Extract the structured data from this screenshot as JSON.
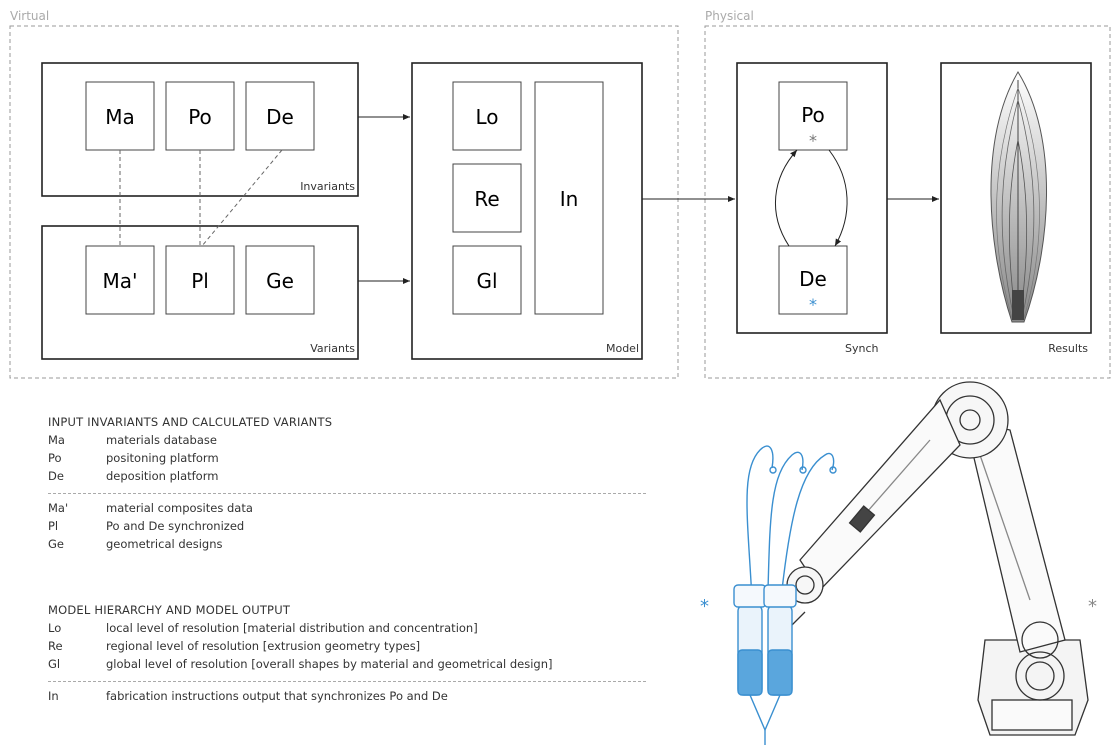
{
  "regions": {
    "virtual": "Virtual",
    "physical": "Physical"
  },
  "boxes": {
    "invariants": {
      "label": "Invariants",
      "cells": [
        "Ma",
        "Po",
        "De"
      ]
    },
    "variants": {
      "label": "Variants",
      "cells": [
        "Ma'",
        "Pl",
        "Ge"
      ]
    },
    "model": {
      "label": "Model",
      "cells": [
        "Lo",
        "Re",
        "Gl",
        "In"
      ]
    },
    "synch": {
      "label": "Synch",
      "cells": [
        "Po",
        "De"
      ],
      "star": "*"
    },
    "results": {
      "label": "Results"
    }
  },
  "legend": {
    "heading1": "INPUT INVARIANTS AND CALCULATED  VARIANTS",
    "group1": [
      {
        "code": "Ma",
        "desc": "materials database"
      },
      {
        "code": "Po",
        "desc": "positoning platform"
      },
      {
        "code": "De",
        "desc": "deposition platform"
      }
    ],
    "group2": [
      {
        "code": "Ma'",
        "desc": "material composites data"
      },
      {
        "code": "Pl",
        "desc": "Po and De synchronized"
      },
      {
        "code": "Ge",
        "desc": "geometrical designs"
      }
    ],
    "heading2": "MODEL HIERARCHY AND MODEL OUTPUT",
    "group3": [
      {
        "code": "Lo",
        "desc": "local level of resolution [material distribution and concentration]"
      },
      {
        "code": "Re",
        "desc": "regional level of resolution [extrusion geometry types]"
      },
      {
        "code": "Gl",
        "desc": "global level of resolution [overall shapes by material and geometrical design]"
      }
    ],
    "group4": [
      {
        "code": "In",
        "desc": "fabrication instructions output that synchronizes Po and De"
      }
    ]
  },
  "markers": {
    "star": "*"
  },
  "colors": {
    "accent": "#3a8fd0",
    "line": "#222222",
    "dash": "#999999"
  },
  "icons": [
    "robot-arm-icon",
    "dual-extruder-icon",
    "leaf-result-icon"
  ]
}
